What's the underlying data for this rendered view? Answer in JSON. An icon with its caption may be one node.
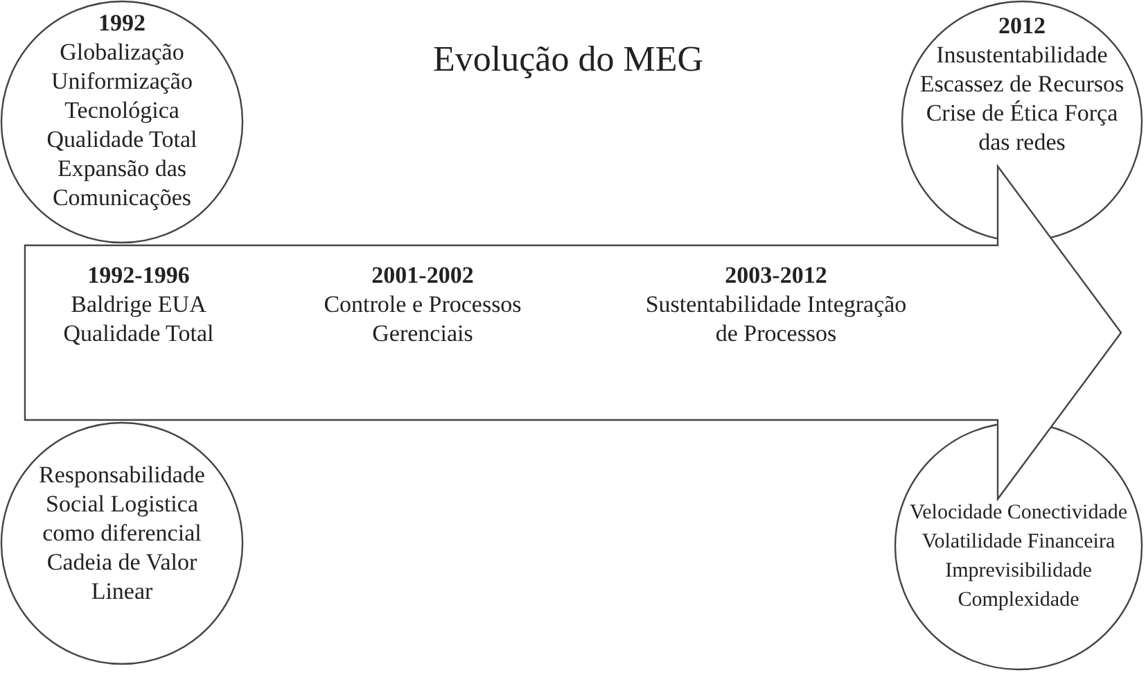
{
  "diagram": {
    "title": "Evolução do MEG",
    "nodes": [
      {
        "text": [
          "1992",
          "Globalização Uniformização Tecnológica Qualidade Total Expansão das Comunicações"
        ]
      },
      {
        "text": [
          "2012",
          "Insustentabilidade Escassez de Recursos Crise de Ética Força das redes"
        ]
      },
      {
        "text": [
          "1992-1996",
          "Baldrige EUA Qualidade Total",
          "2001-2002",
          "Controle e Processos Gerenciais",
          "2003-2012",
          "Sustentabilidade Integração de Processos"
        ]
      },
      {
        "text": [
          "Responsabilidade Social Logistica como diferencial Cadeia de Valor Linear"
        ]
      },
      {
        "text": [
          "Velocidade Conectividade Volatilidade Financeira Imprevisibilidade Complexidade"
        ]
      }
    ],
    "edges": []
  }
}
